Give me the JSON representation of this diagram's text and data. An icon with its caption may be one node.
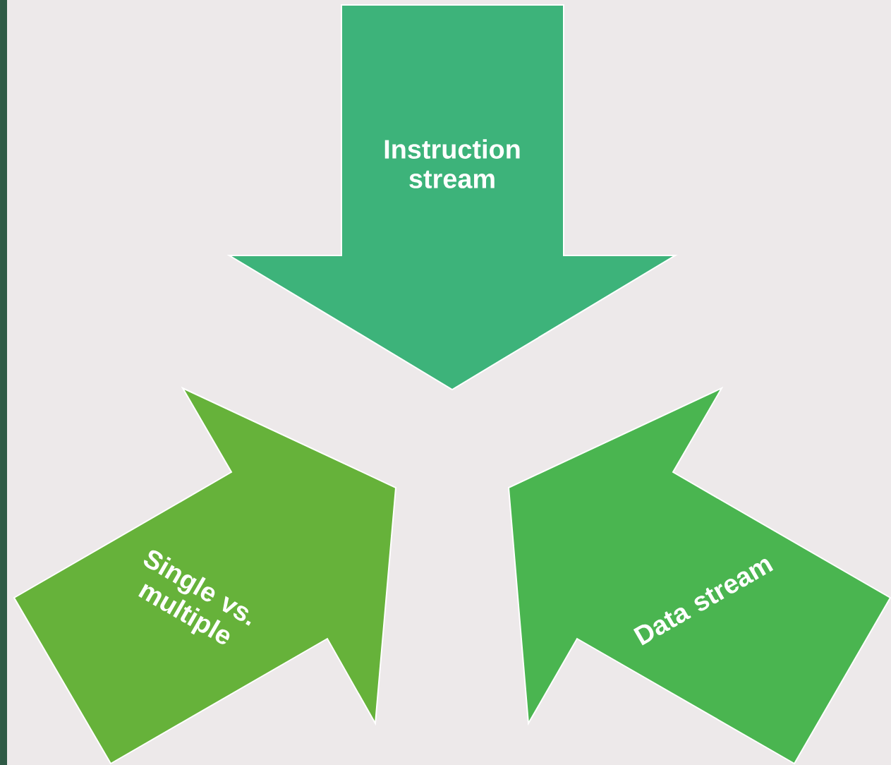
{
  "diagram": {
    "nodes": [
      {
        "text": [
          "Instruction stream"
        ]
      },
      {
        "text": [
          "Single vs. multiple"
        ]
      },
      {
        "text": [
          "Data stream"
        ]
      }
    ]
  }
}
